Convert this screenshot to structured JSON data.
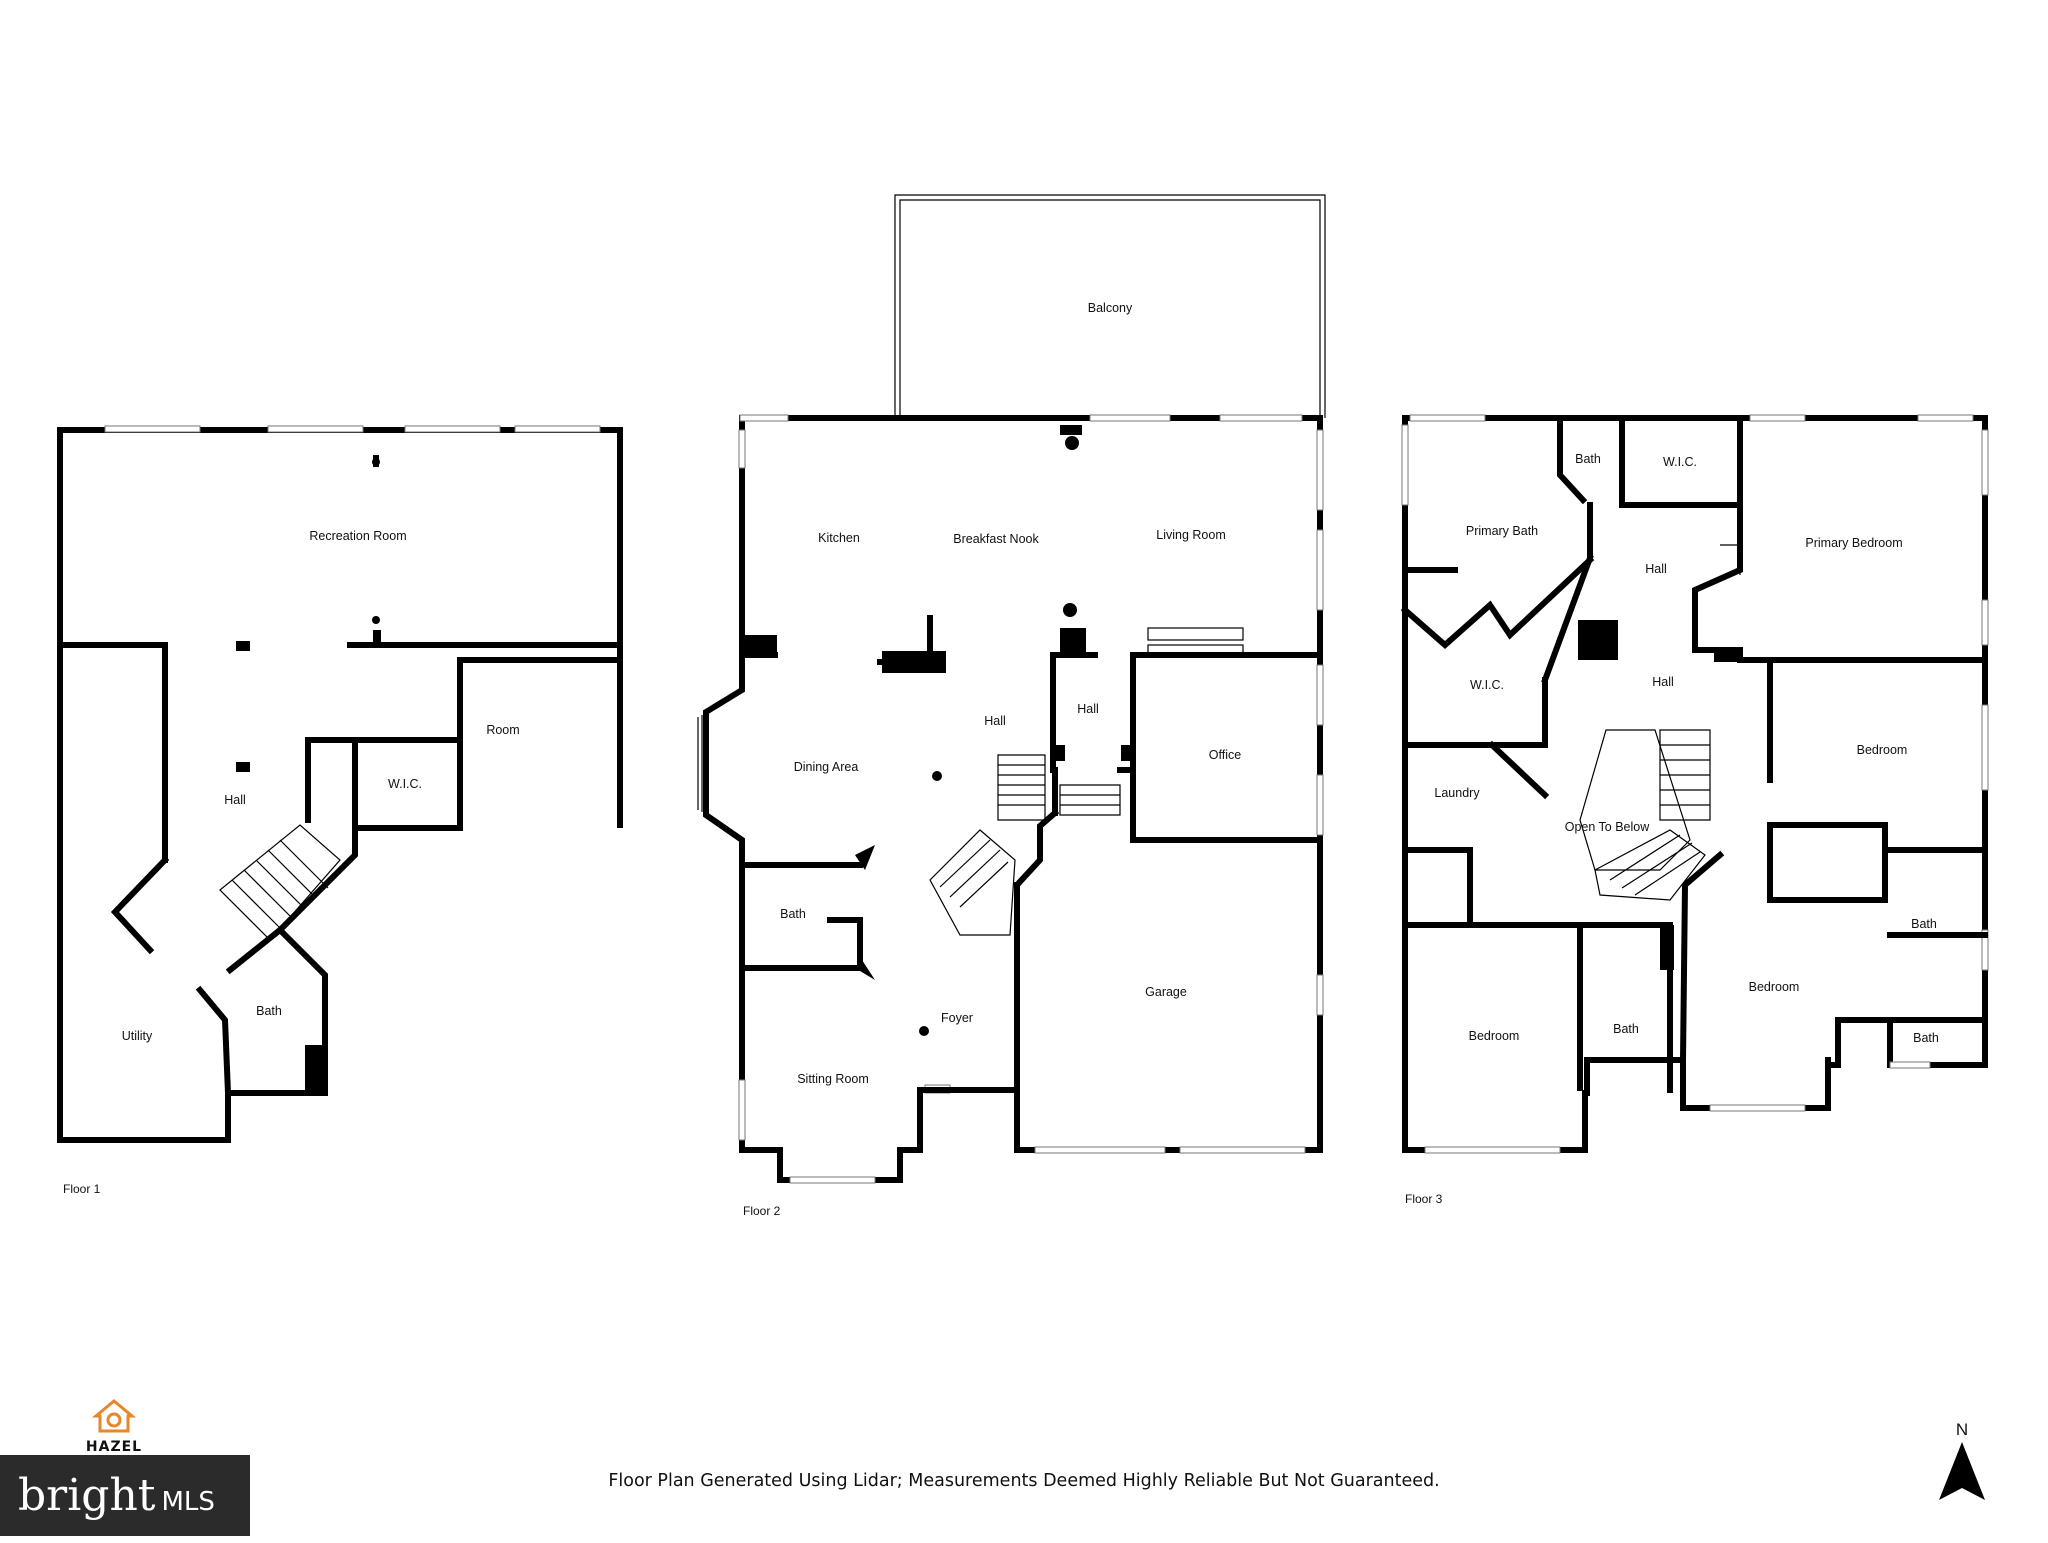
{
  "floors": [
    {
      "label": "Floor 1",
      "rooms": [
        "Recreation Room",
        "Room",
        "W.I.C.",
        "Hall",
        "Utility",
        "Bath"
      ]
    },
    {
      "label": "Floor 2",
      "rooms": [
        "Balcony",
        "Kitchen",
        "Breakfast Nook",
        "Living Room",
        "Hall",
        "Hall",
        "Dining Area",
        "Office",
        "Bath",
        "Foyer",
        "Garage",
        "Sitting Room"
      ]
    },
    {
      "label": "Floor 3",
      "rooms": [
        "Bath",
        "W.I.C.",
        "Primary Bath",
        "Hall",
        "Primary Bedroom",
        "W.I.C.",
        "Hall",
        "Bedroom",
        "Laundry",
        "Open To Below",
        "Bath",
        "Bedroom",
        "Bath",
        "Bedroom",
        "Bath"
      ]
    }
  ],
  "disclaimer": "Floor Plan Generated Using Lidar; Measurements Deemed Highly Reliable But Not Guaranteed.",
  "branding": {
    "hazel": "HAZEL",
    "bright": "bright",
    "mls": "MLS",
    "accent_color": "#e8862a"
  },
  "compass": {
    "north": "N"
  }
}
